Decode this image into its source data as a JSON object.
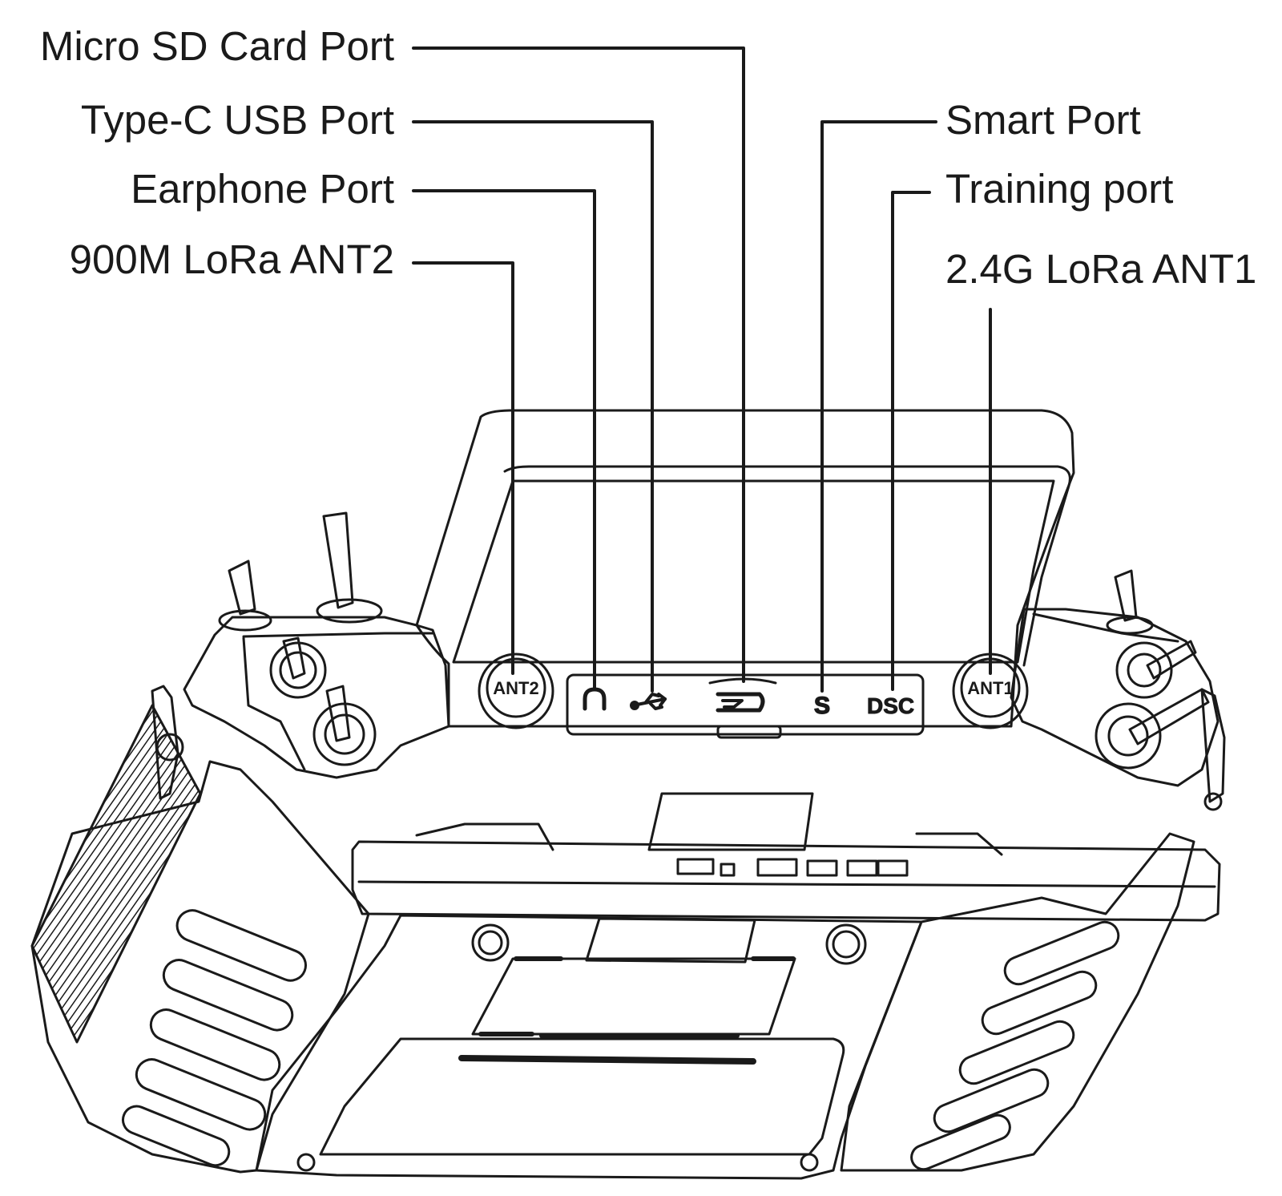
{
  "callouts": {
    "micro_sd": "Micro SD Card Port",
    "type_c": "Type-C USB Port",
    "earphone": "Earphone Port",
    "ant2_label": "900M LoRa ANT2",
    "smart": "Smart Port",
    "training": "Training port",
    "ant1_label": "2.4G LoRa ANT1"
  },
  "device": {
    "ant2_cap": "ANT2",
    "ant1_cap": "ANT1",
    "smart_glyph": "S",
    "dsc_text": "DSC"
  },
  "colors": {
    "line": "#1a1a1a",
    "background": "#ffffff"
  }
}
